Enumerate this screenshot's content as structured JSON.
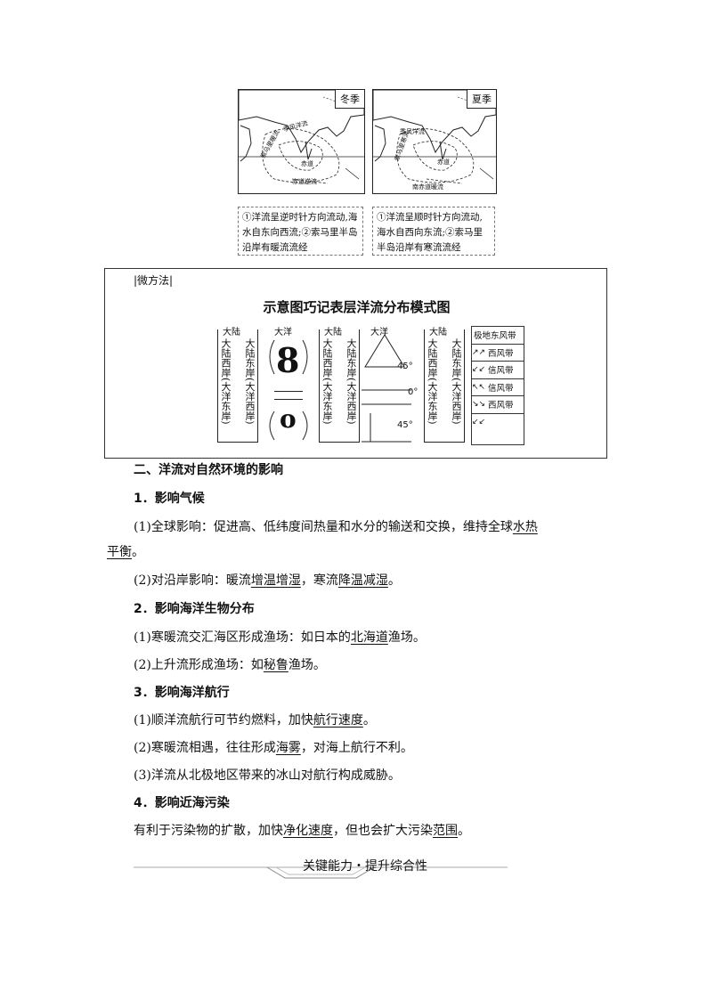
{
  "maps": {
    "winter": {
      "season": "冬季",
      "current_label": "季风洋流",
      "somali_label": "索马里暖流",
      "equator": "赤道",
      "counter": "赤道逆流",
      "note": "①洋流呈逆时针方向流动,海水自东向西流;②索马里半岛沿岸有暖流流经"
    },
    "summer": {
      "season": "夏季",
      "current_label": "季风洋流",
      "somali_label": "索马里寒流",
      "equator": "赤道",
      "counter": "南赤道暖流",
      "note": "①洋流呈顺时针方向流动,海水自西向东流;②索马里半岛沿岸有寒流流经"
    }
  },
  "method": {
    "tag": "|微方法|",
    "title": "示意图巧记表层洋流分布模式图",
    "continent": "大陆",
    "ocean": "大洋",
    "west_coast": "大陆西岸(大洋东岸)",
    "east_coast": "大陆东岸(大洋西岸)",
    "lat_45n": "45°",
    "lat_0": "0°",
    "lat_45s": "45°",
    "digit_8": "8",
    "digit_0": "o",
    "legend": [
      "极地东风带",
      "西风带",
      "信风带",
      "信风带",
      "西风带"
    ],
    "legend_icons": [
      "↙↙",
      "↗↗",
      "↙↙",
      "↖↖",
      "↘↘"
    ]
  },
  "section": {
    "heading": "二、洋流对自然环境的影响",
    "h1": "1．影响气候",
    "p1a": "(1)全球影响：促进高、低纬度间热量和水分的输送和交换，维持全球",
    "p1u": "水热",
    "p1b_u": "平衡",
    "p1b": "。",
    "p2a": "(2)对沿岸影响：暖流",
    "p2u1": "增温增湿",
    "p2b": "，寒流",
    "p2u2": "降温减湿",
    "p2c": "。",
    "h2": "2．影响海洋生物分布",
    "p3a": "(1)寒暖流交汇海区形成渔场：如日本的",
    "p3u": "北海道",
    "p3b": "渔场。",
    "p4a": "(2)上升流形成渔场：如",
    "p4u": "秘鲁",
    "p4b": "渔场。",
    "h3": "3．影响海洋航行",
    "p5a": "(1)顺洋流航行可节约燃料，加快",
    "p5u": "航行速度",
    "p5b": "。",
    "p6a": "(2)寒暖流相遇，往往形成",
    "p6u": "海雾",
    "p6b": "，对海上航行不利。",
    "p7": "(3)洋流从北极地区带来的冰山对航行构成威胁。",
    "h4": "4．影响近海污染",
    "p8a": "有利于污染物的扩散，加快",
    "p8u1": "净化速度",
    "p8b": "，但也会扩大污染",
    "p8u2": "范围",
    "p8c": "。"
  },
  "footer": {
    "banner": "关键能力・提升综合性"
  }
}
